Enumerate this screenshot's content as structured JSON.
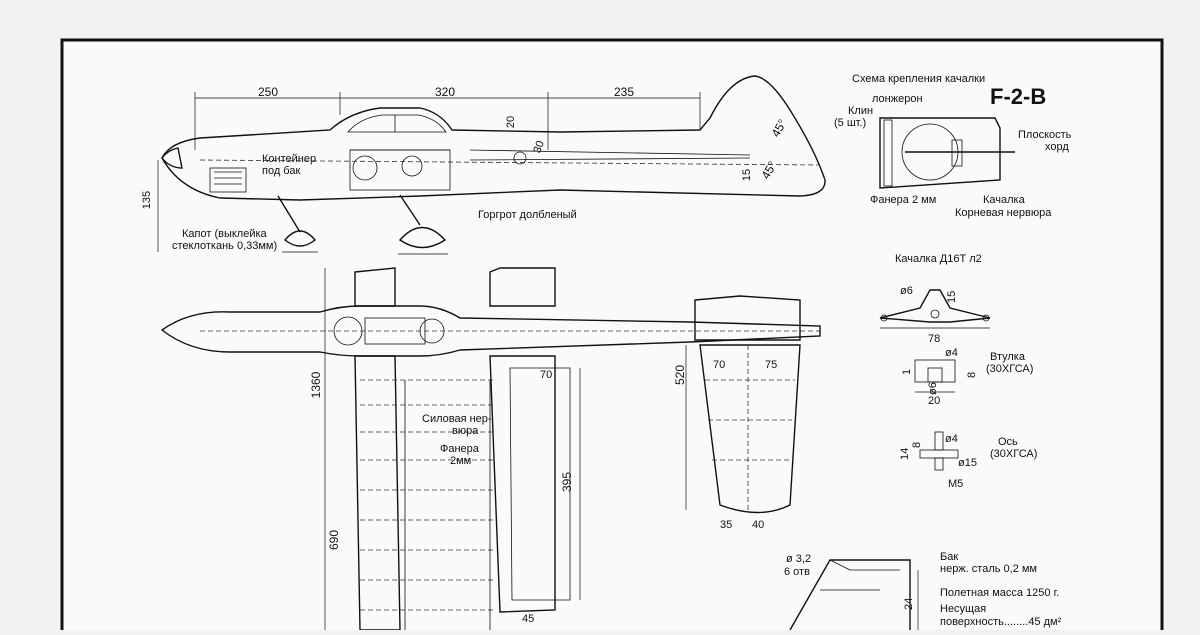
{
  "title": "F-2-B",
  "side_view": {
    "dim_top": [
      "250",
      "320",
      "235"
    ],
    "dim_135": "135",
    "dim_20": "20",
    "dim_30": "30",
    "dim_15": "15",
    "angle_45_a": "45°",
    "angle_45_b": "45°",
    "label_container": "Контейнер\nпод бак",
    "label_hood": "Капот (выклейка\nстеклоткань 0,33мм)",
    "label_gorgrot": "Горгрот долбленый"
  },
  "mount_scheme": {
    "heading": "Схема крепления качалки",
    "spar": "лонжерон",
    "wedge": "Клин\n(5 шт.)",
    "chord_plane": "Плоскость\nхорд",
    "plywood": "Фанера 2 мм",
    "rocker": "Качалка",
    "root_rib": "Корневая нервюра"
  },
  "rocker": {
    "heading": "Качалка Д16Т л2",
    "d6": "ø6",
    "d15": "15",
    "d78": "78"
  },
  "bushing": {
    "label": "Втулка\n(30ХГСА)",
    "d4": "ø4",
    "d1": "1",
    "d8": "8",
    "d6": "ø6",
    "d20": "20"
  },
  "axle": {
    "label": "Ось\n(30ХГСА)",
    "d4": "ø4",
    "d8": "8",
    "d14": "14",
    "d15": "ø15",
    "m5": "M5"
  },
  "plan_view": {
    "dim_1360": "1360",
    "dim_690": "690",
    "dim_520": "520",
    "dim_70a": "70",
    "dim_70b": "70",
    "dim_75": "75",
    "dim_395": "395",
    "dim_35": "35",
    "dim_40": "40",
    "dim_45": "45",
    "power_rib": "Силовая нер-\nвюра",
    "plywood": "Фанера\n2мм"
  },
  "tank": {
    "holes": "ø 3,2\n6 отв",
    "label": "Бак\nнерж. сталь 0,2 мм",
    "dim_24": "24"
  },
  "specs": {
    "mass": "Полетная масса 1250  г.",
    "area": "Несущая\nповерхность........45 дм²"
  }
}
